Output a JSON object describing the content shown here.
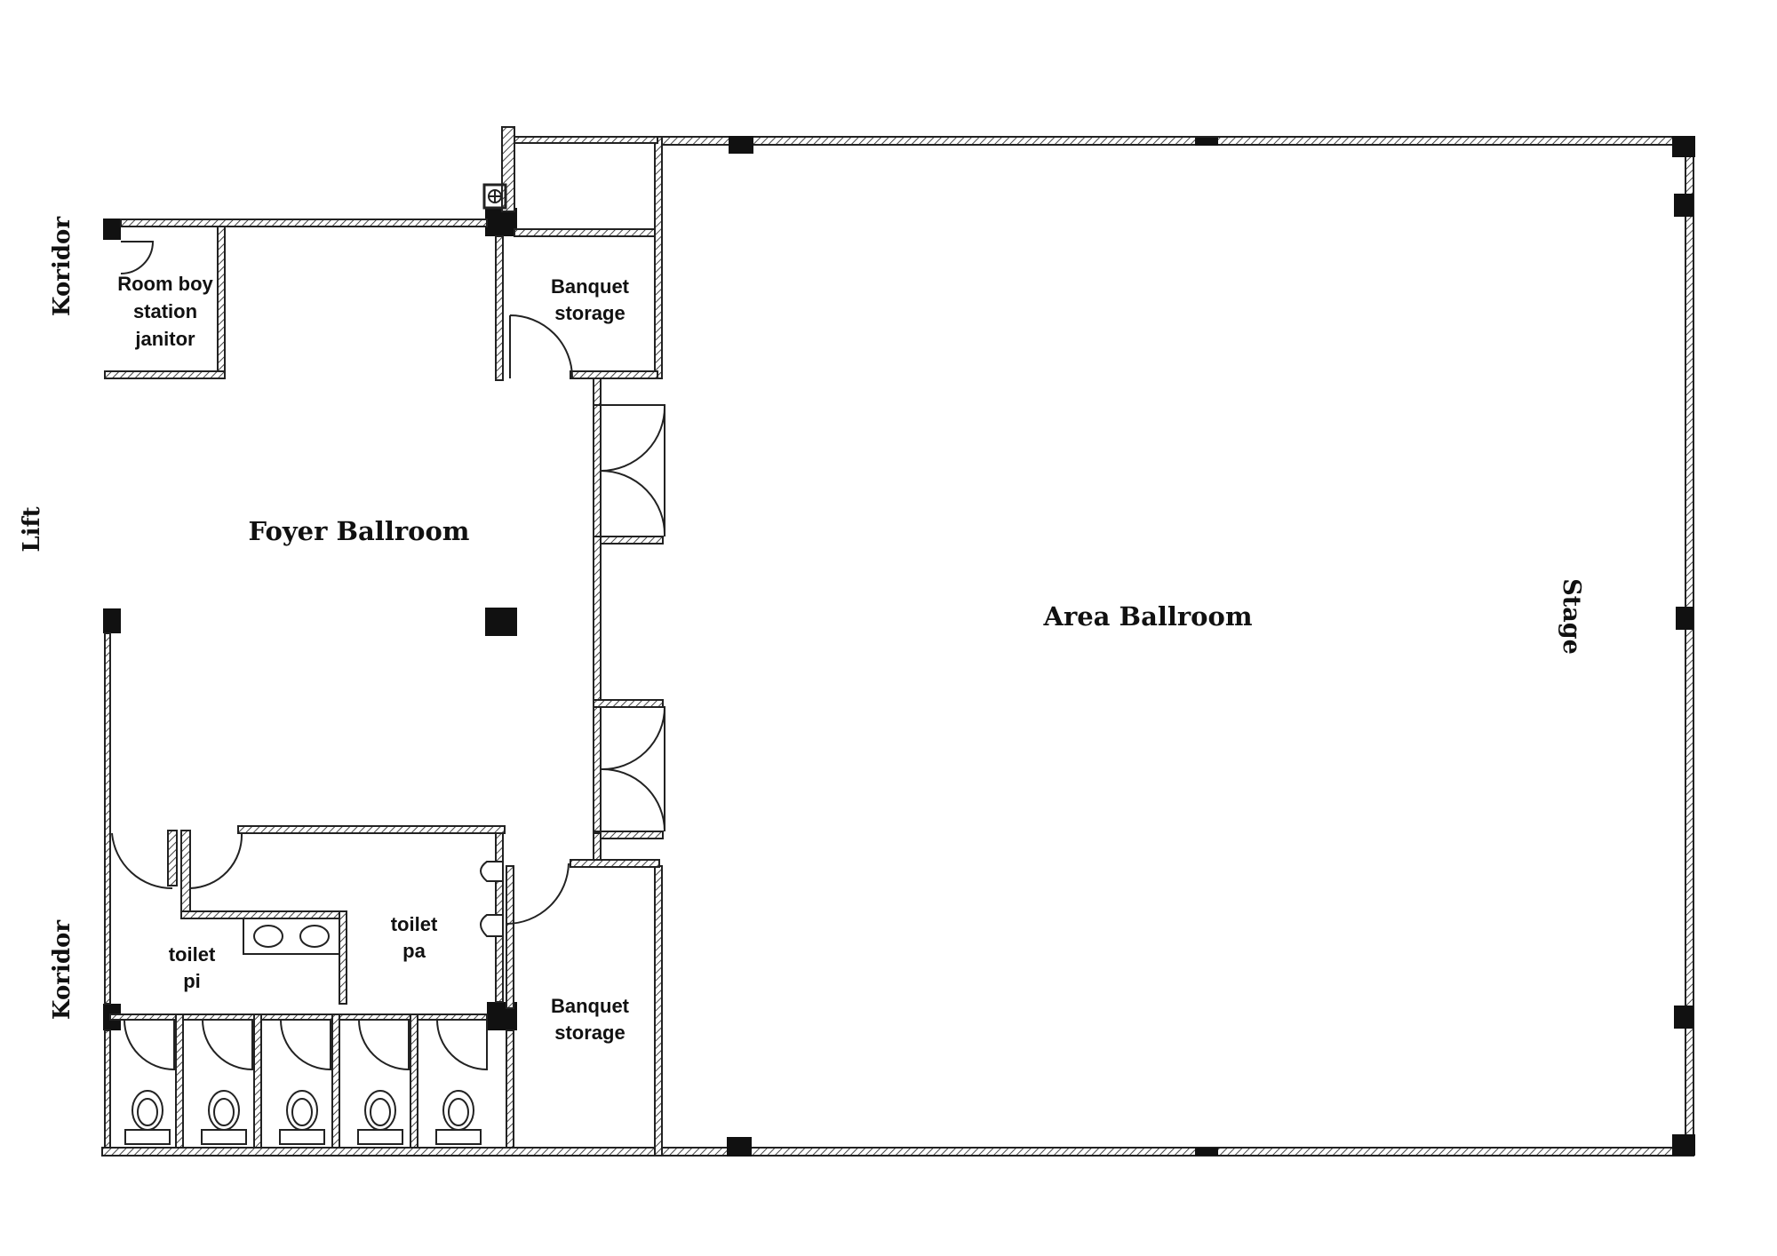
{
  "labels": {
    "koridor_top": "Koridor",
    "lift": "Lift",
    "koridor_bottom": "Koridor",
    "room_boy_line1": "Room boy",
    "room_boy_line2": "station",
    "room_boy_line3": "janitor",
    "banquet_top_line1": "Banquet",
    "banquet_top_line2": "storage",
    "foyer": "Foyer Ballroom",
    "area": "Area Ballroom",
    "stage": "Stage",
    "toilet_pi_line1": "toilet",
    "toilet_pi_line2": "pi",
    "toilet_pa_line1": "toilet",
    "toilet_pa_line2": "pa",
    "banquet_bottom_line1": "Banquet",
    "banquet_bottom_line2": "storage"
  },
  "colors": {
    "ink": "#222222",
    "paper": "#ffffff"
  }
}
